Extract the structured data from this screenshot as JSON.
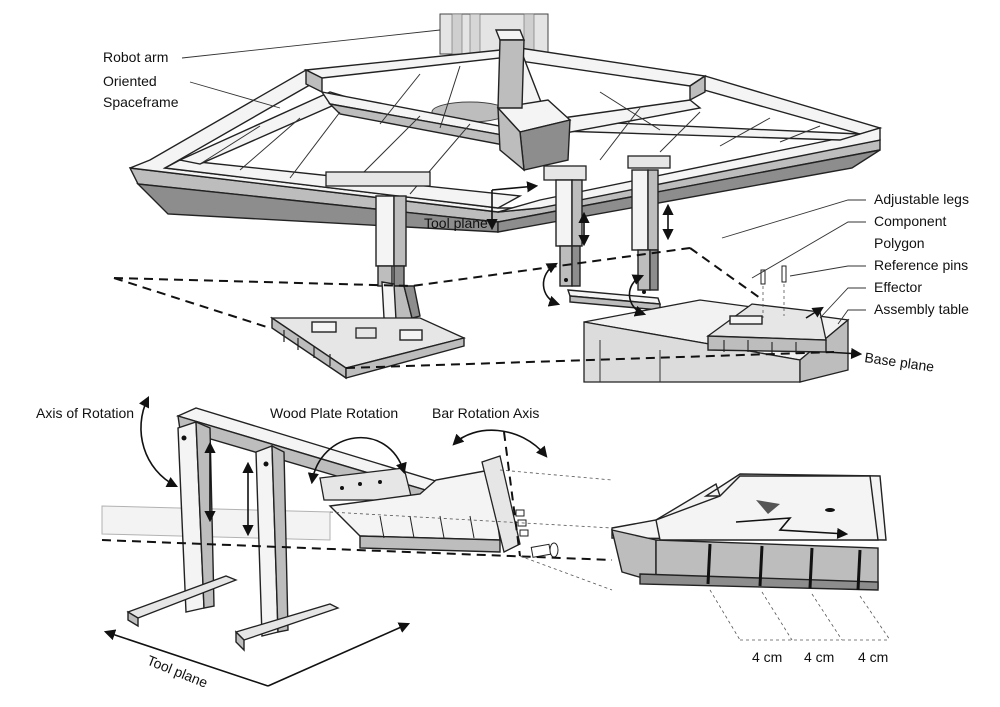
{
  "labels": {
    "robot_arm": "Robot arm",
    "oriented": "Oriented",
    "spaceframe": "Spaceframe",
    "adjustable_legs": "Adjustable legs",
    "component": "Component",
    "polygon": "Polygon",
    "reference_pins": "Reference pins",
    "effector": "Effector",
    "assembly_table": "Assembly table",
    "tool_plane_top": "Tool plane",
    "base_plane": "Base plane",
    "axis_of_rotation": "Axis of Rotation",
    "wood_plate_rotation": "Wood Plate Rotation",
    "bar_rotation_axis": "Bar Rotation Axis",
    "tool_plane_bottom": "Tool plane"
  },
  "dimensions": [
    "4 cm",
    "4 cm",
    "4 cm"
  ],
  "colors": {
    "line": "#111111",
    "light_fill": "#f4f4f4",
    "mid_fill": "#bdbdbd",
    "dark_fill": "#8d8d8d"
  }
}
